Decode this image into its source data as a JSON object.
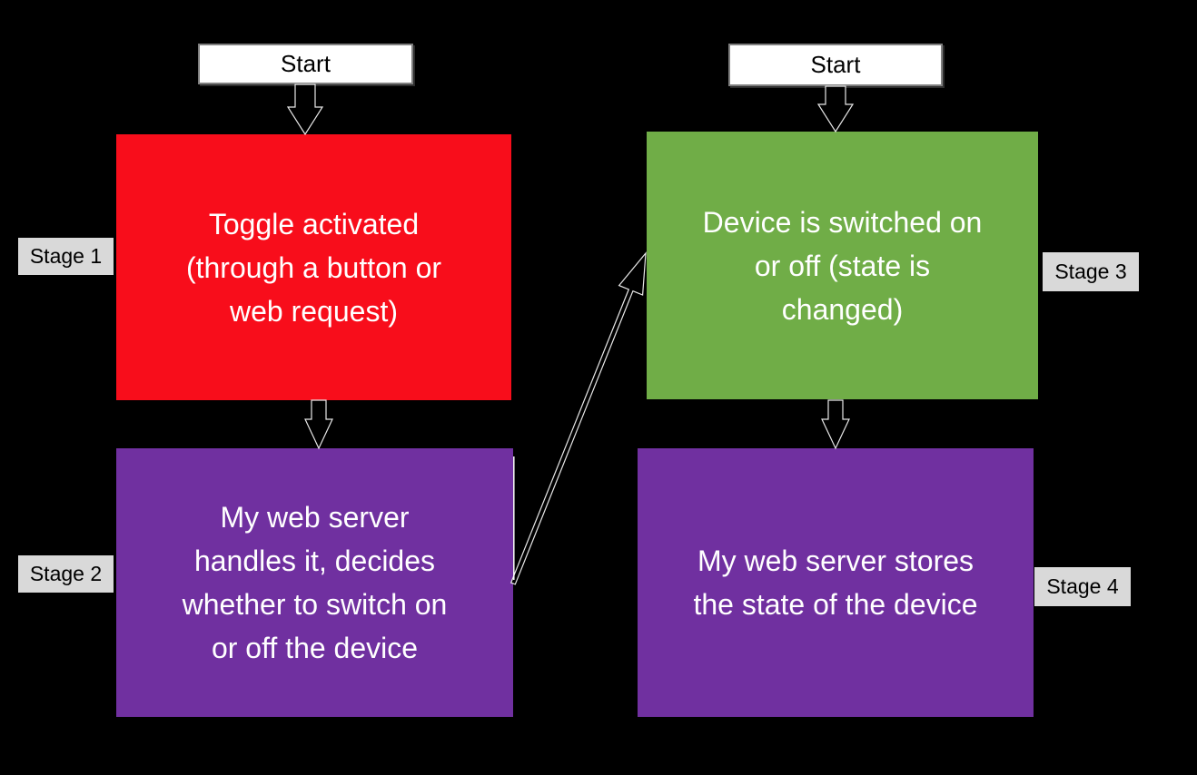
{
  "colors": {
    "background": "#000000",
    "red": "#F80D1B",
    "purple": "#7030A0",
    "green": "#70AD47",
    "stage_label_bg": "#D9D9D9",
    "start_box_bg": "#FFFFFF",
    "start_box_border": "#7F7F7F",
    "box_text": "#FFFFFF",
    "label_text": "#000000",
    "arrow_fill": "#000000",
    "arrow_outline": "#E8E8E8"
  },
  "left_column": {
    "start": "Start",
    "stage1": {
      "label": "Stage 1",
      "text": "Toggle activated\n(through a button or\nweb request)"
    },
    "stage2": {
      "label": "Stage 2",
      "text": "My web server\nhandles it, decides\nwhether to switch on\nor off the device"
    }
  },
  "right_column": {
    "start": "Start",
    "stage3": {
      "label": "Stage 3",
      "text": "Device is switched on\nor off (state is\nchanged)"
    },
    "stage4": {
      "label": "Stage 4",
      "text": "My web server stores\nthe state of the device"
    }
  }
}
